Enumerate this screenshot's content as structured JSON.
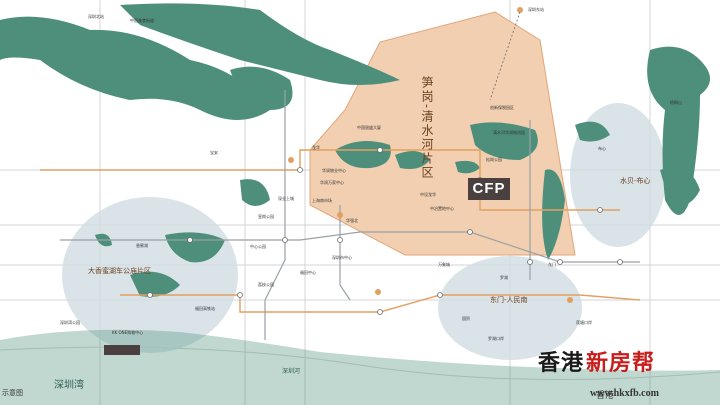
{
  "map_title": "示意图",
  "colors": {
    "water": "#4e8f7c",
    "district_fill": "#f1cfb0",
    "district_text": "#6b3f1d",
    "road": "#c9c9c9",
    "metro_orange": "#e2a060",
    "metro_gray": "#9aa1a6",
    "bubble": "#cfdce2",
    "brand_red": "#c81d1d",
    "brand_dark": "#1a1a1a"
  },
  "districts": {
    "main": "笋岗-清水河片区",
    "lake": "大香蜜湖车公庙片区",
    "buji": "水贝-布心",
    "dongmen": "东门-人民南"
  },
  "water_labels": {
    "bay": "深圳湾",
    "river": "深圳河",
    "hk": "香港"
  },
  "project": {
    "logo": "CFP"
  },
  "watermark": {
    "name_a": "香港",
    "name_b": "新房帮",
    "url": "www.hkxfb.com"
  },
  "labels": [
    "深圳北站",
    "中国美食街道",
    "深圳东站",
    "创新保税园区",
    "中国银盛大厦",
    "松岗公园",
    "华润物业中心",
    "清水河华润物流园",
    "华润万家中心",
    "上海南市场",
    "中设龙华",
    "皇岗公园",
    "中冶置地中心",
    "福田高铁站",
    "KK ONE购物中心",
    "深圳湾公园",
    "华强北",
    "万象城",
    "东门",
    "国贸",
    "罗湖口岸",
    "莲塘口岸",
    "香蜜湖",
    "中心公园",
    "荔枝公园",
    "布心",
    "梧桐山",
    "深圳市中心",
    "福田中心",
    "深业上城",
    "宝安",
    "龙华",
    "罗湖"
  ]
}
